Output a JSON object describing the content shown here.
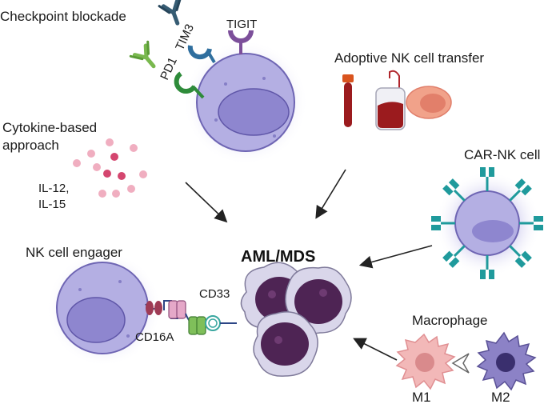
{
  "center": {
    "label": "AML/MDS"
  },
  "panels": {
    "checkpoint": {
      "title": "Checkpoint blockade",
      "receptors": [
        "PD1",
        "TIM3",
        "TIGIT"
      ]
    },
    "adoptive": {
      "title": "Adoptive NK cell transfer"
    },
    "cytokine": {
      "title_line1": "Cytokine-based",
      "title_line2": "approach",
      "cytokine_line1": "IL-12,",
      "cytokine_line2": "IL-15"
    },
    "car_nk": {
      "title": "CAR-NK cell"
    },
    "engager": {
      "title": "NK cell engager",
      "left_label": "CD16A",
      "right_label": "CD33"
    },
    "macrophage": {
      "title": "Macrophage",
      "m1": "M1",
      "m2": "M2"
    }
  },
  "colors": {
    "nk_cell": "#b4afe3",
    "nk_nucleus": "#8e86cf",
    "aml_cell": "#d9d6ea",
    "aml_nucleus": "#4e2454",
    "cytokine": "#e690aa",
    "car_receptor": "#1f9a9c",
    "blood": "#9b1b1e",
    "m1": "#f2b8b8",
    "m2": "#6f66a8"
  },
  "icons": [
    "antibody-icon",
    "blood-tube-icon",
    "blood-bag-icon",
    "nk-cell-icon",
    "aml-cell-icon",
    "arrow-icon"
  ]
}
